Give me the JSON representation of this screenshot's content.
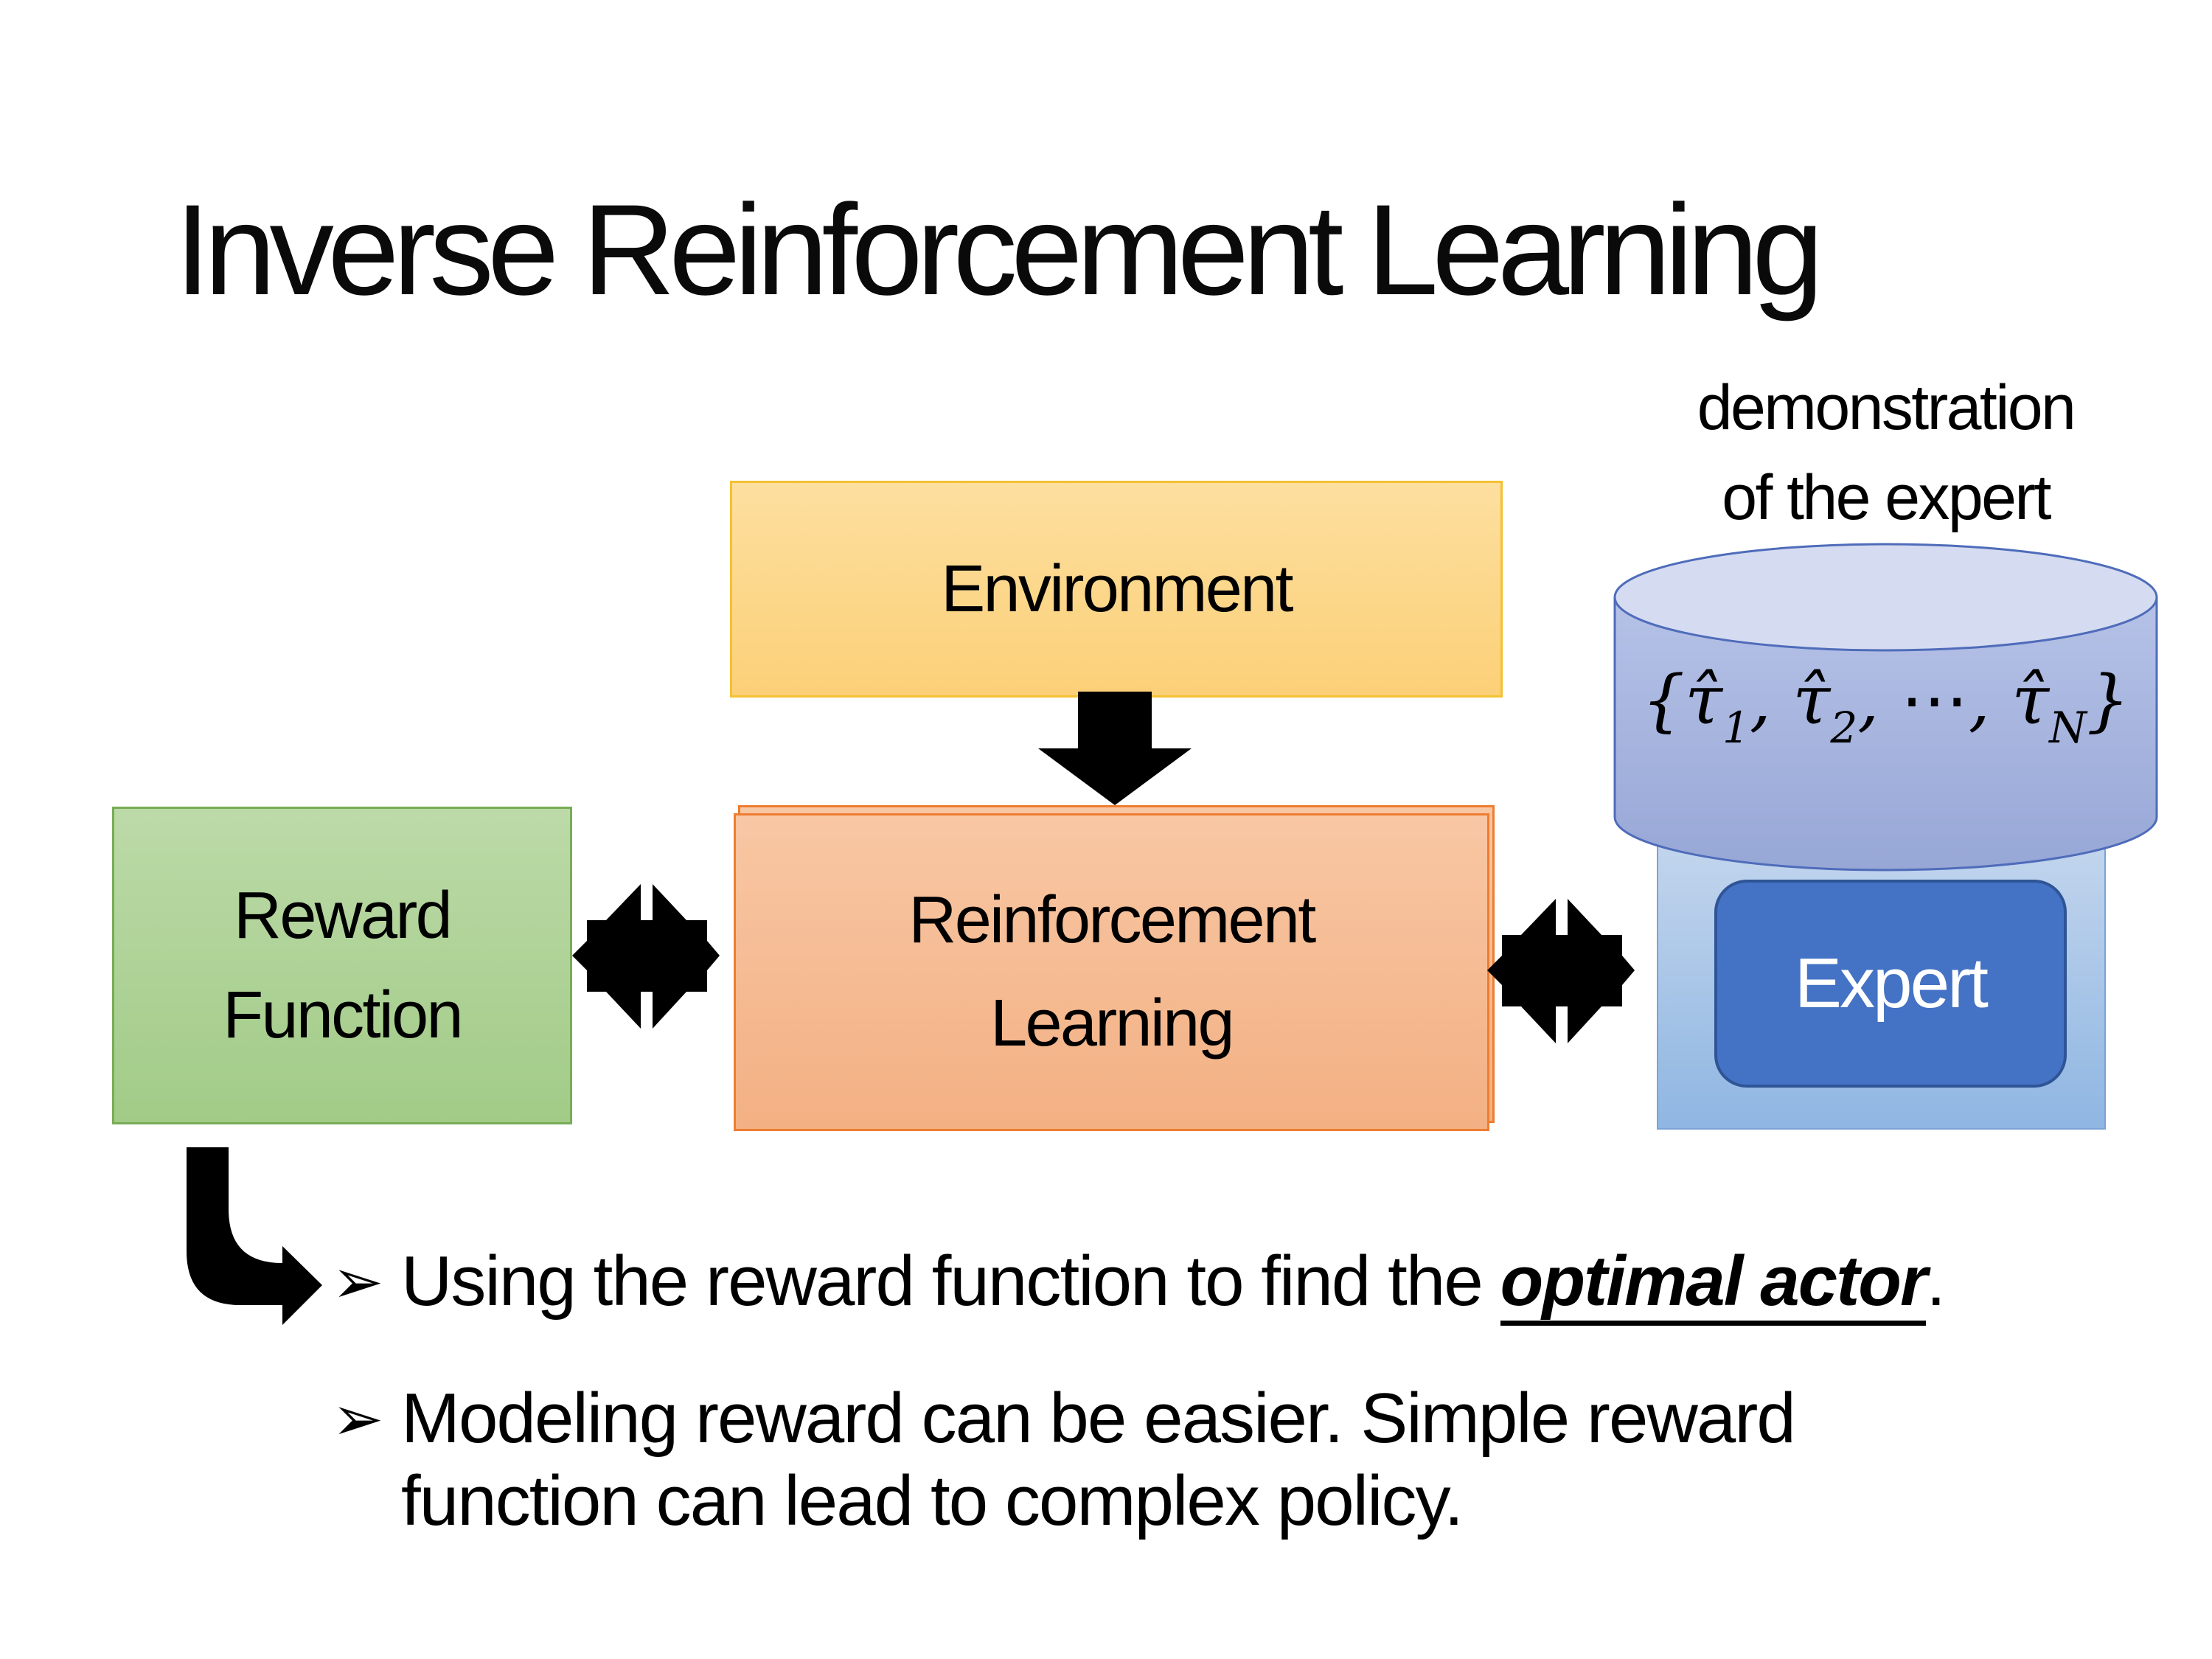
{
  "slide": {
    "title": "Inverse Reinforcement Learning",
    "background_color": "#ffffff",
    "text_color": "#000000"
  },
  "diagram": {
    "environment": {
      "label": "Environment",
      "fill_top": "#fddf9f",
      "fill_bottom": "#fcd078",
      "border": "#f4c132"
    },
    "reward_function": {
      "label_line1": "Reward",
      "label_line2": "Function",
      "fill_top": "#bcdaa8",
      "fill_bottom": "#a2cb87",
      "border": "#77ad56"
    },
    "reinforcement_learning": {
      "label_line1": "Reinforcement",
      "label_line2": "Learning",
      "fill_top": "#f8c7a4",
      "fill_bottom": "#f3b083",
      "border": "#ed7d31"
    },
    "expert": {
      "label": "Expert",
      "fill": "#4472c4",
      "border": "#2f5597",
      "panel_fill": "#9dc3e6",
      "text_color": "#ffffff"
    },
    "demonstration_label": {
      "line1": "demonstration",
      "line2": "of the expert"
    },
    "database": {
      "formula": {
        "open": "{",
        "tau_hat": "τ̂",
        "sub_1": "1",
        "sub_2": "2",
        "sub_n": "N",
        "comma": ", ",
        "cdots": "⋯",
        "close": "}"
      },
      "fill_top_ellipse": "#d5dcf1",
      "fill_body": "#a9b6e0",
      "border": "#4f6cba"
    },
    "arrow_color": "#000000"
  },
  "bullets": [
    {
      "marker": "➢",
      "text": "Using the reward function to find the ",
      "emphasis": "optimal actor",
      "suffix": "."
    },
    {
      "marker": "➢",
      "line1": "Modeling reward can be easier. Simple reward",
      "line2": "function can lead to complex policy."
    }
  ]
}
